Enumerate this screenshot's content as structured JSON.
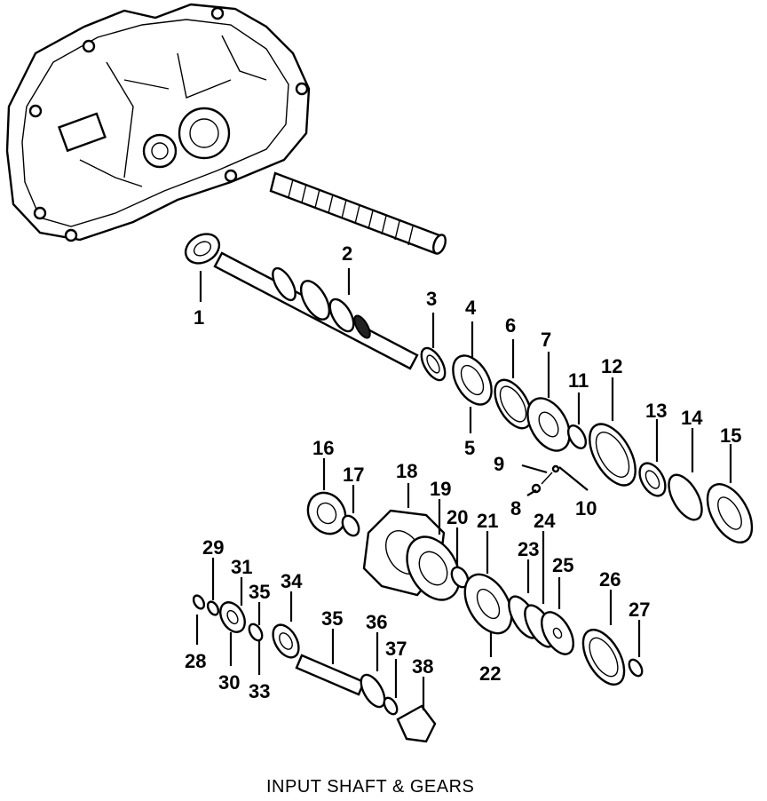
{
  "caption": "INPUT SHAFT & GEARS",
  "callouts": [
    {
      "id": "c1",
      "text": "1"
    },
    {
      "id": "c2",
      "text": "2"
    },
    {
      "id": "c3",
      "text": "3"
    },
    {
      "id": "c4",
      "text": "4"
    },
    {
      "id": "c5",
      "text": "5"
    },
    {
      "id": "c6",
      "text": "6"
    },
    {
      "id": "c7",
      "text": "7"
    },
    {
      "id": "c8",
      "text": "8"
    },
    {
      "id": "c9",
      "text": "9"
    },
    {
      "id": "c10",
      "text": "10"
    },
    {
      "id": "c11",
      "text": "11"
    },
    {
      "id": "c12",
      "text": "12"
    },
    {
      "id": "c13",
      "text": "13"
    },
    {
      "id": "c14",
      "text": "14"
    },
    {
      "id": "c15",
      "text": "15"
    },
    {
      "id": "c16",
      "text": "16"
    },
    {
      "id": "c17",
      "text": "17"
    },
    {
      "id": "c18",
      "text": "18"
    },
    {
      "id": "c19",
      "text": "19"
    },
    {
      "id": "c20",
      "text": "20"
    },
    {
      "id": "c21",
      "text": "21"
    },
    {
      "id": "c22",
      "text": "22"
    },
    {
      "id": "c23",
      "text": "23"
    },
    {
      "id": "c24",
      "text": "24"
    },
    {
      "id": "c25",
      "text": "25"
    },
    {
      "id": "c26",
      "text": "26"
    },
    {
      "id": "c27",
      "text": "27"
    },
    {
      "id": "c28",
      "text": "28"
    },
    {
      "id": "c29",
      "text": "29"
    },
    {
      "id": "c30",
      "text": "30"
    },
    {
      "id": "c31",
      "text": "31"
    },
    {
      "id": "c33",
      "text": "33"
    },
    {
      "id": "c34",
      "text": "34"
    },
    {
      "id": "c35a",
      "text": "35"
    },
    {
      "id": "c35b",
      "text": "35"
    },
    {
      "id": "c36",
      "text": "36"
    },
    {
      "id": "c37",
      "text": "37"
    },
    {
      "id": "c38",
      "text": "38"
    }
  ]
}
